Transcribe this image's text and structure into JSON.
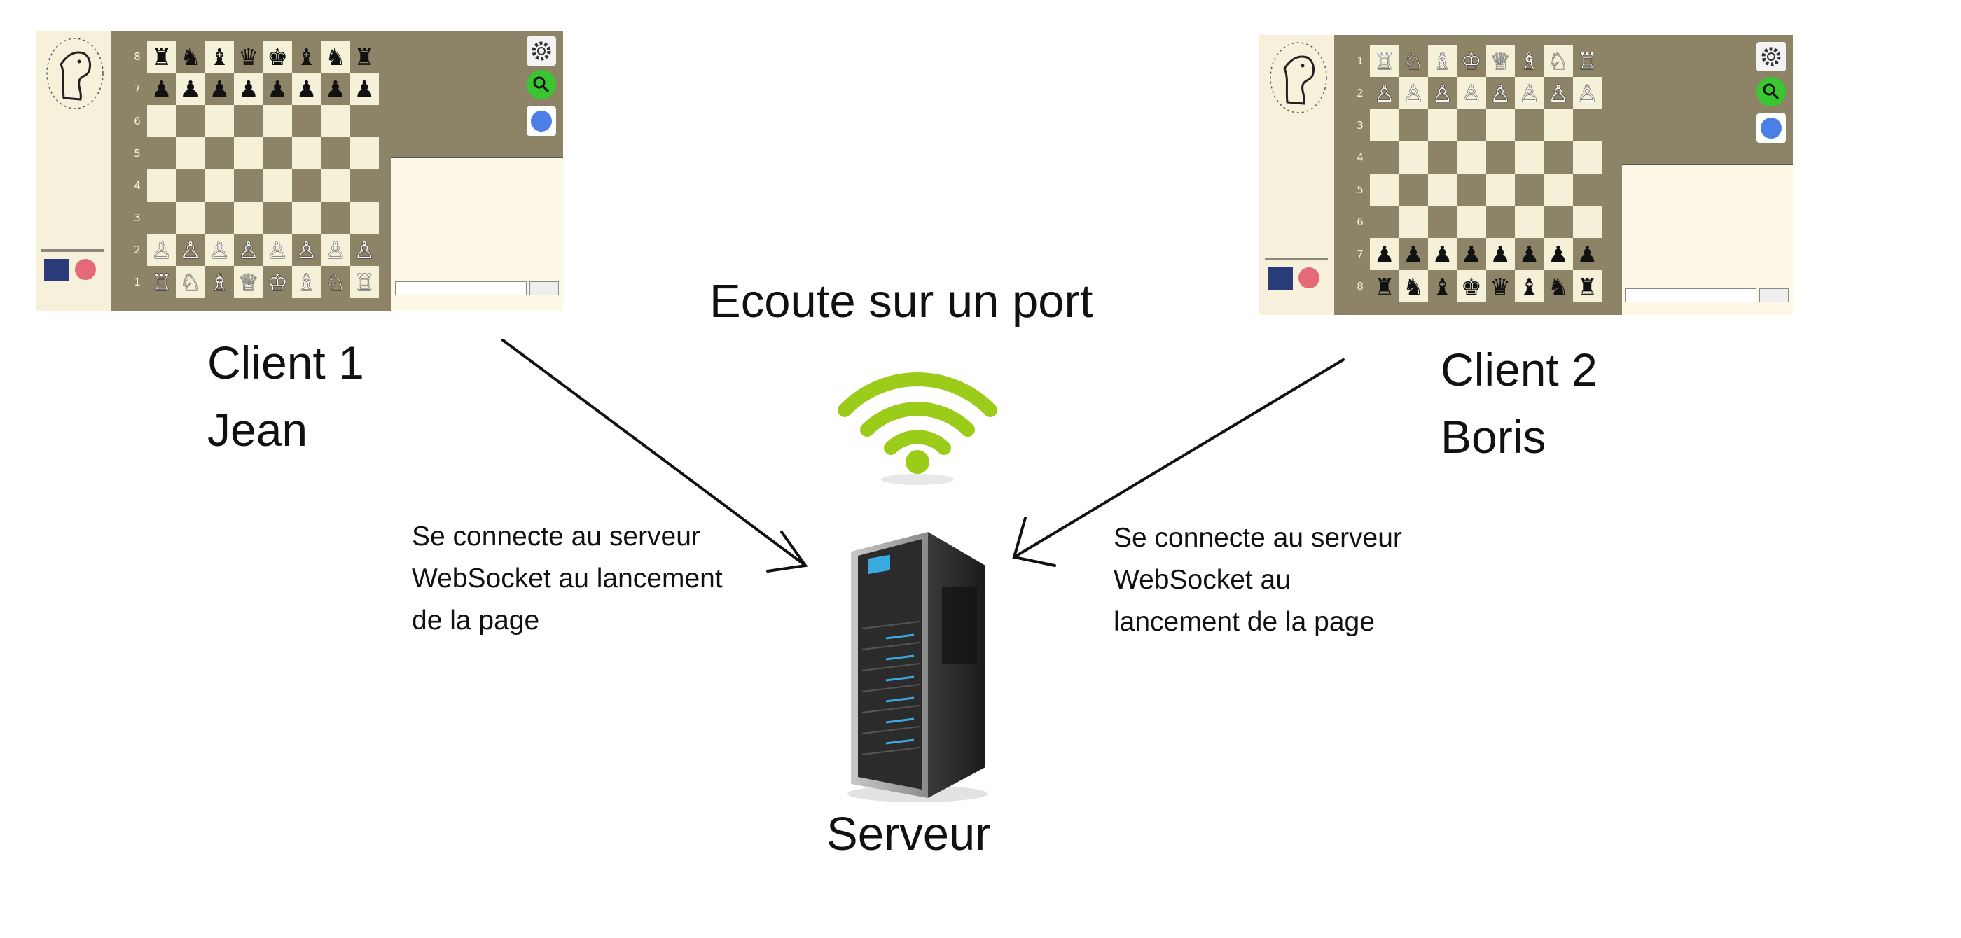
{
  "diagram": {
    "listen_label": "Ecoute sur un port",
    "server_label": "Serveur",
    "client1": {
      "label_line1": "Client 1",
      "label_line2": "Jean",
      "connection_text": [
        "Se connecte au serveur",
        "WebSocket au lancement",
        "de la page"
      ]
    },
    "client2": {
      "label_line1": "Client 2",
      "label_line2": "Boris",
      "connection_text": [
        "Se connecte au serveur",
        "WebSocket au",
        "lancement de la page"
      ]
    }
  },
  "client1_board": {
    "rank_labels": [
      "8",
      "7",
      "6",
      "5",
      "4",
      "3",
      "2",
      "1"
    ],
    "rows": [
      [
        "♜",
        "♞",
        "♝",
        "♛",
        "♚",
        "♝",
        "♞",
        "♜"
      ],
      [
        "♟",
        "♟",
        "♟",
        "♟",
        "♟",
        "♟",
        "♟",
        "♟"
      ],
      [
        "",
        "",
        "",
        "",
        "",
        "",
        "",
        ""
      ],
      [
        "",
        "",
        "",
        "",
        "",
        "",
        "",
        ""
      ],
      [
        "",
        "",
        "",
        "",
        "",
        "",
        "",
        ""
      ],
      [
        "",
        "",
        "",
        "",
        "",
        "",
        "",
        ""
      ],
      [
        "♙",
        "♙",
        "♙",
        "♙",
        "♙",
        "♙",
        "♙",
        "♙"
      ],
      [
        "♖",
        "♘",
        "♗",
        "♕",
        "♔",
        "♗",
        "♘",
        "♖"
      ]
    ]
  },
  "client2_board": {
    "rank_labels": [
      "1",
      "2",
      "3",
      "4",
      "5",
      "6",
      "7",
      "8"
    ],
    "rows": [
      [
        "♖",
        "♘",
        "♗",
        "♔",
        "♕",
        "♗",
        "♘",
        "♖"
      ],
      [
        "♙",
        "♙",
        "♙",
        "♙",
        "♙",
        "♙",
        "♙",
        "♙"
      ],
      [
        "",
        "",
        "",
        "",
        "",
        "",
        "",
        ""
      ],
      [
        "",
        "",
        "",
        "",
        "",
        "",
        "",
        ""
      ],
      [
        "",
        "",
        "",
        "",
        "",
        "",
        "",
        ""
      ],
      [
        "",
        "",
        "",
        "",
        "",
        "",
        "",
        ""
      ],
      [
        "♟",
        "♟",
        "♟",
        "♟",
        "♟",
        "♟",
        "♟",
        "♟"
      ],
      [
        "♜",
        "♞",
        "♝",
        "♚",
        "♛",
        "♝",
        "♞",
        "♜"
      ]
    ]
  },
  "icons": {
    "settings": "gear-icon",
    "search": "magnifier-icon",
    "microphone": "microphone-icon",
    "wifi": "wifi-icon",
    "server": "server-tower-icon"
  },
  "colors": {
    "board_dark": "#8d8468",
    "board_light": "#f5f0d8",
    "panel_cream": "#f7f1dc",
    "wifi_green": "#9ccc1a",
    "search_green": "#39c630",
    "mic_blue": "#4b7fe6"
  }
}
